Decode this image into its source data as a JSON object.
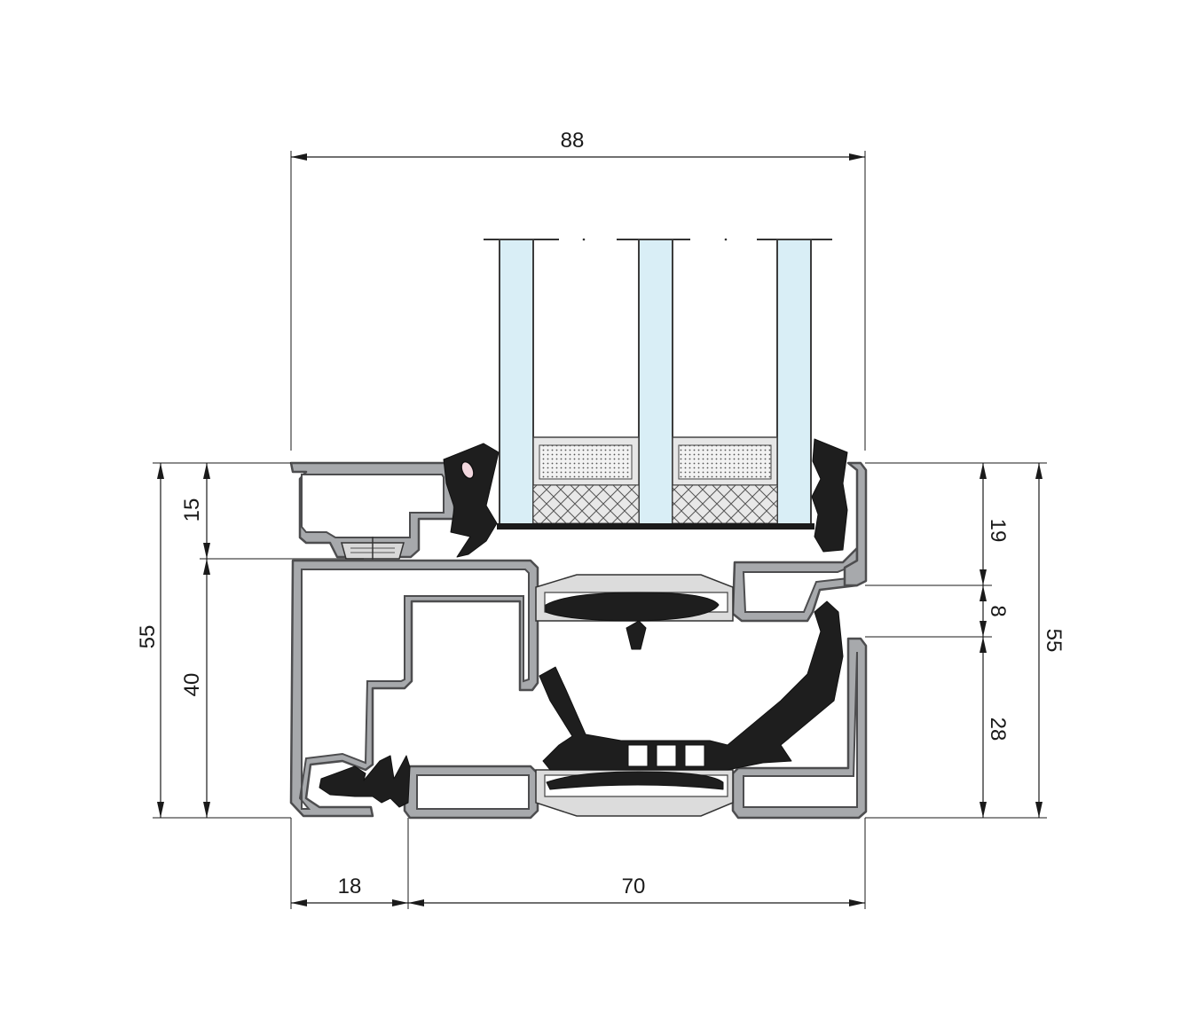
{
  "dimensions": {
    "top_total": "88",
    "left_outer": "55",
    "left_upper": "15",
    "left_lower": "40",
    "right_outer": "55",
    "right_upper": "19",
    "right_middle": "8",
    "right_lower": "28",
    "bottom_left": "18",
    "bottom_right": "70"
  },
  "colors": {
    "glass": "#d9eef6",
    "profile": "#a7a9ac",
    "gasket": "#1e1e1e",
    "spacer": "#e6e6e6",
    "line": "#1a1a1a"
  }
}
